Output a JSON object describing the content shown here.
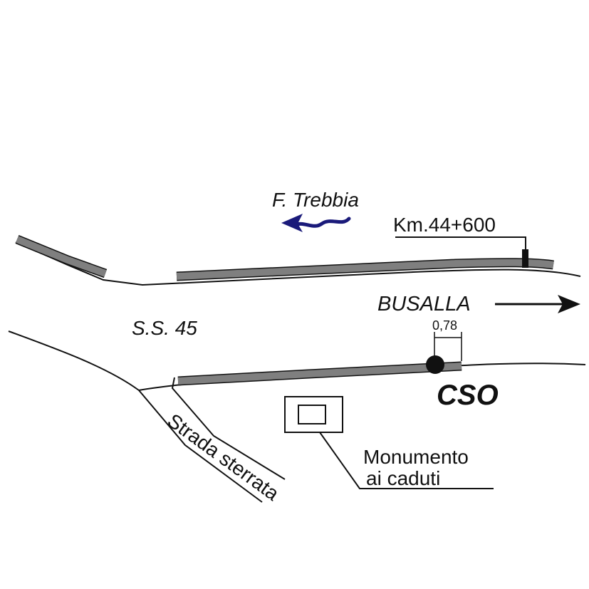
{
  "labels": {
    "river": "F. Trebbia",
    "kilometer": "Km.44+600",
    "direction": "BUSALLA",
    "road": "S.S. 45",
    "distance": "0,78",
    "station": "CSO",
    "monument_line1": "Monumento",
    "monument_line2": "ai caduti",
    "dirt_road": "Strada sterrata"
  },
  "colors": {
    "river_arrow": "#1a1a7a",
    "guardrail": "#7f7f7f",
    "ink": "#111111"
  }
}
